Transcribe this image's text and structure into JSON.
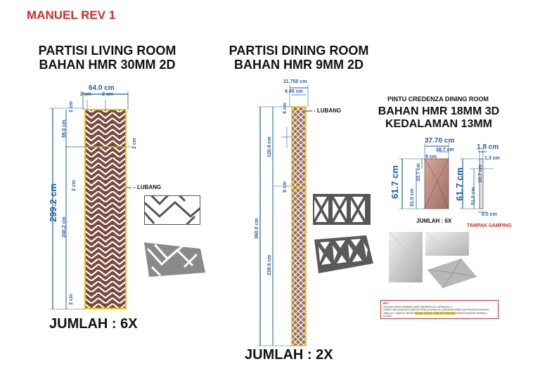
{
  "header": {
    "rev": "MANUEL REV 1"
  },
  "living": {
    "title1": "PARTISI LIVING ROOM",
    "title2": "BAHAN HMR 30MM 2D",
    "width": "64.0 cm",
    "gap_left": "2 cm",
    "gap_right": "2 cm",
    "top_gap": "2 cm",
    "segment_top": "59.0 cm",
    "height_total": "299.2 cm",
    "segment_bottom": "240.2 cm",
    "bottom_gap": "2 cm",
    "inner_small": "2 cm",
    "side_small": "2 cm",
    "lubang": "LUBANG",
    "count": "JUMLAH : 6X"
  },
  "dining": {
    "title1": "PARTISI DINING ROOM",
    "title2": "BAHAN HMR 9MM 2D",
    "width": "21.750 cm",
    "inner_width": "6.45 cm",
    "small_a": "6 cm",
    "small_b": "6 cm",
    "segment_top": "120.4 cm",
    "height_total": "360.0 cm",
    "segment_bottom": "239.6 cm",
    "lubang": "LUBANG",
    "count": "JUMLAH : 2X"
  },
  "credenza": {
    "title1": "PINTU CREDENZA DINING ROOM",
    "title2": "BAHAN HMR 18MM 3D",
    "title3": "KEDALAMAN 13MM",
    "width": "37.70 cm",
    "sub_a": "28.7 cm",
    "sub_b": "9 cm",
    "height": "61.7 cm",
    "inner_h1": "51.0 cm",
    "inner_h2": "10.7 cm",
    "depth": "1.8 cm",
    "side_height": "61.7 cm",
    "side_inner": "51.0 cm",
    "side_small": "10.7 cm",
    "side_top": "1.3 cm",
    "side_bottom": "0.5 cm",
    "count": "JUMLAH : 6X",
    "side_label": "TAMPAK SAMPING",
    "note_title": "KET :",
    "note_line1": "UKURAN PADA GAMBAR DAPAT BERBEDA DI LAPANGAN !!",
    "note_line2": "HARAP MELAKUKAN KOREKSI PENGUKURAN di LAPANGAN SEBELUM PRODUKSI BAHAN",
    "note_line3a": "JUMLAH * DIMA DI ORDER ",
    "note_line3b": "BAHAN SUDAH JUMLAH PESANAN",
    "note_line3c": " PERHITUNGKAN KEMBALI ULANG"
  }
}
